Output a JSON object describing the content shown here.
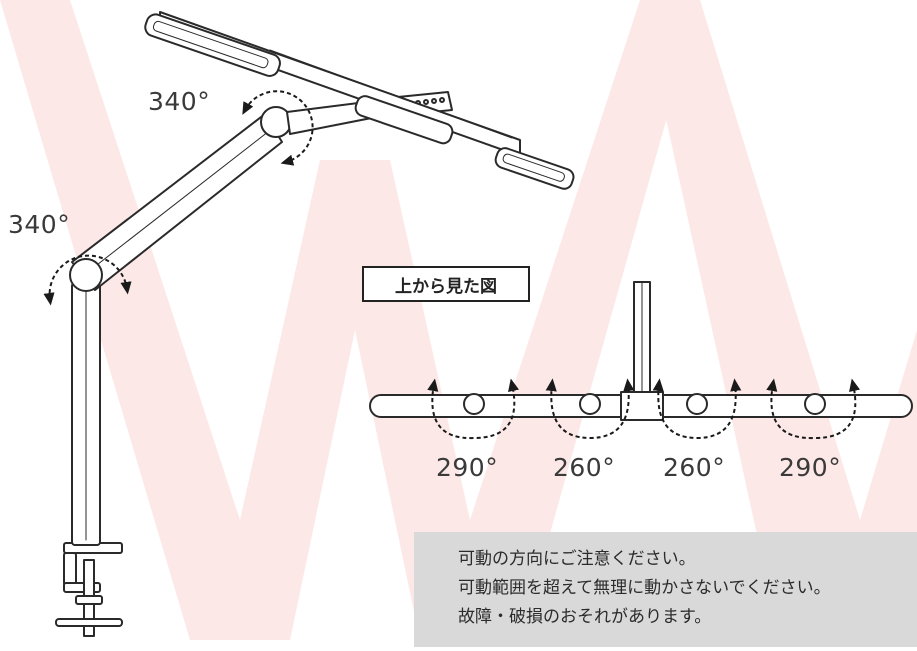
{
  "angles": {
    "head_joint": "340°",
    "base_joint": "340°",
    "top_view": [
      "290°",
      "260°",
      "260°",
      "290°"
    ]
  },
  "top_view_label": "上から見た図",
  "caution": {
    "lines": [
      "可動の方向にご注意ください。",
      "可動範囲を超えて無理に動かさないでください。",
      "故障・破損のおそれがあります。"
    ]
  },
  "colors": {
    "watermark": "#fde6e6",
    "line": "#2a2a2a",
    "caution_bg": "#d9d9da"
  },
  "icons": [
    "rotation-arrow-icon"
  ]
}
